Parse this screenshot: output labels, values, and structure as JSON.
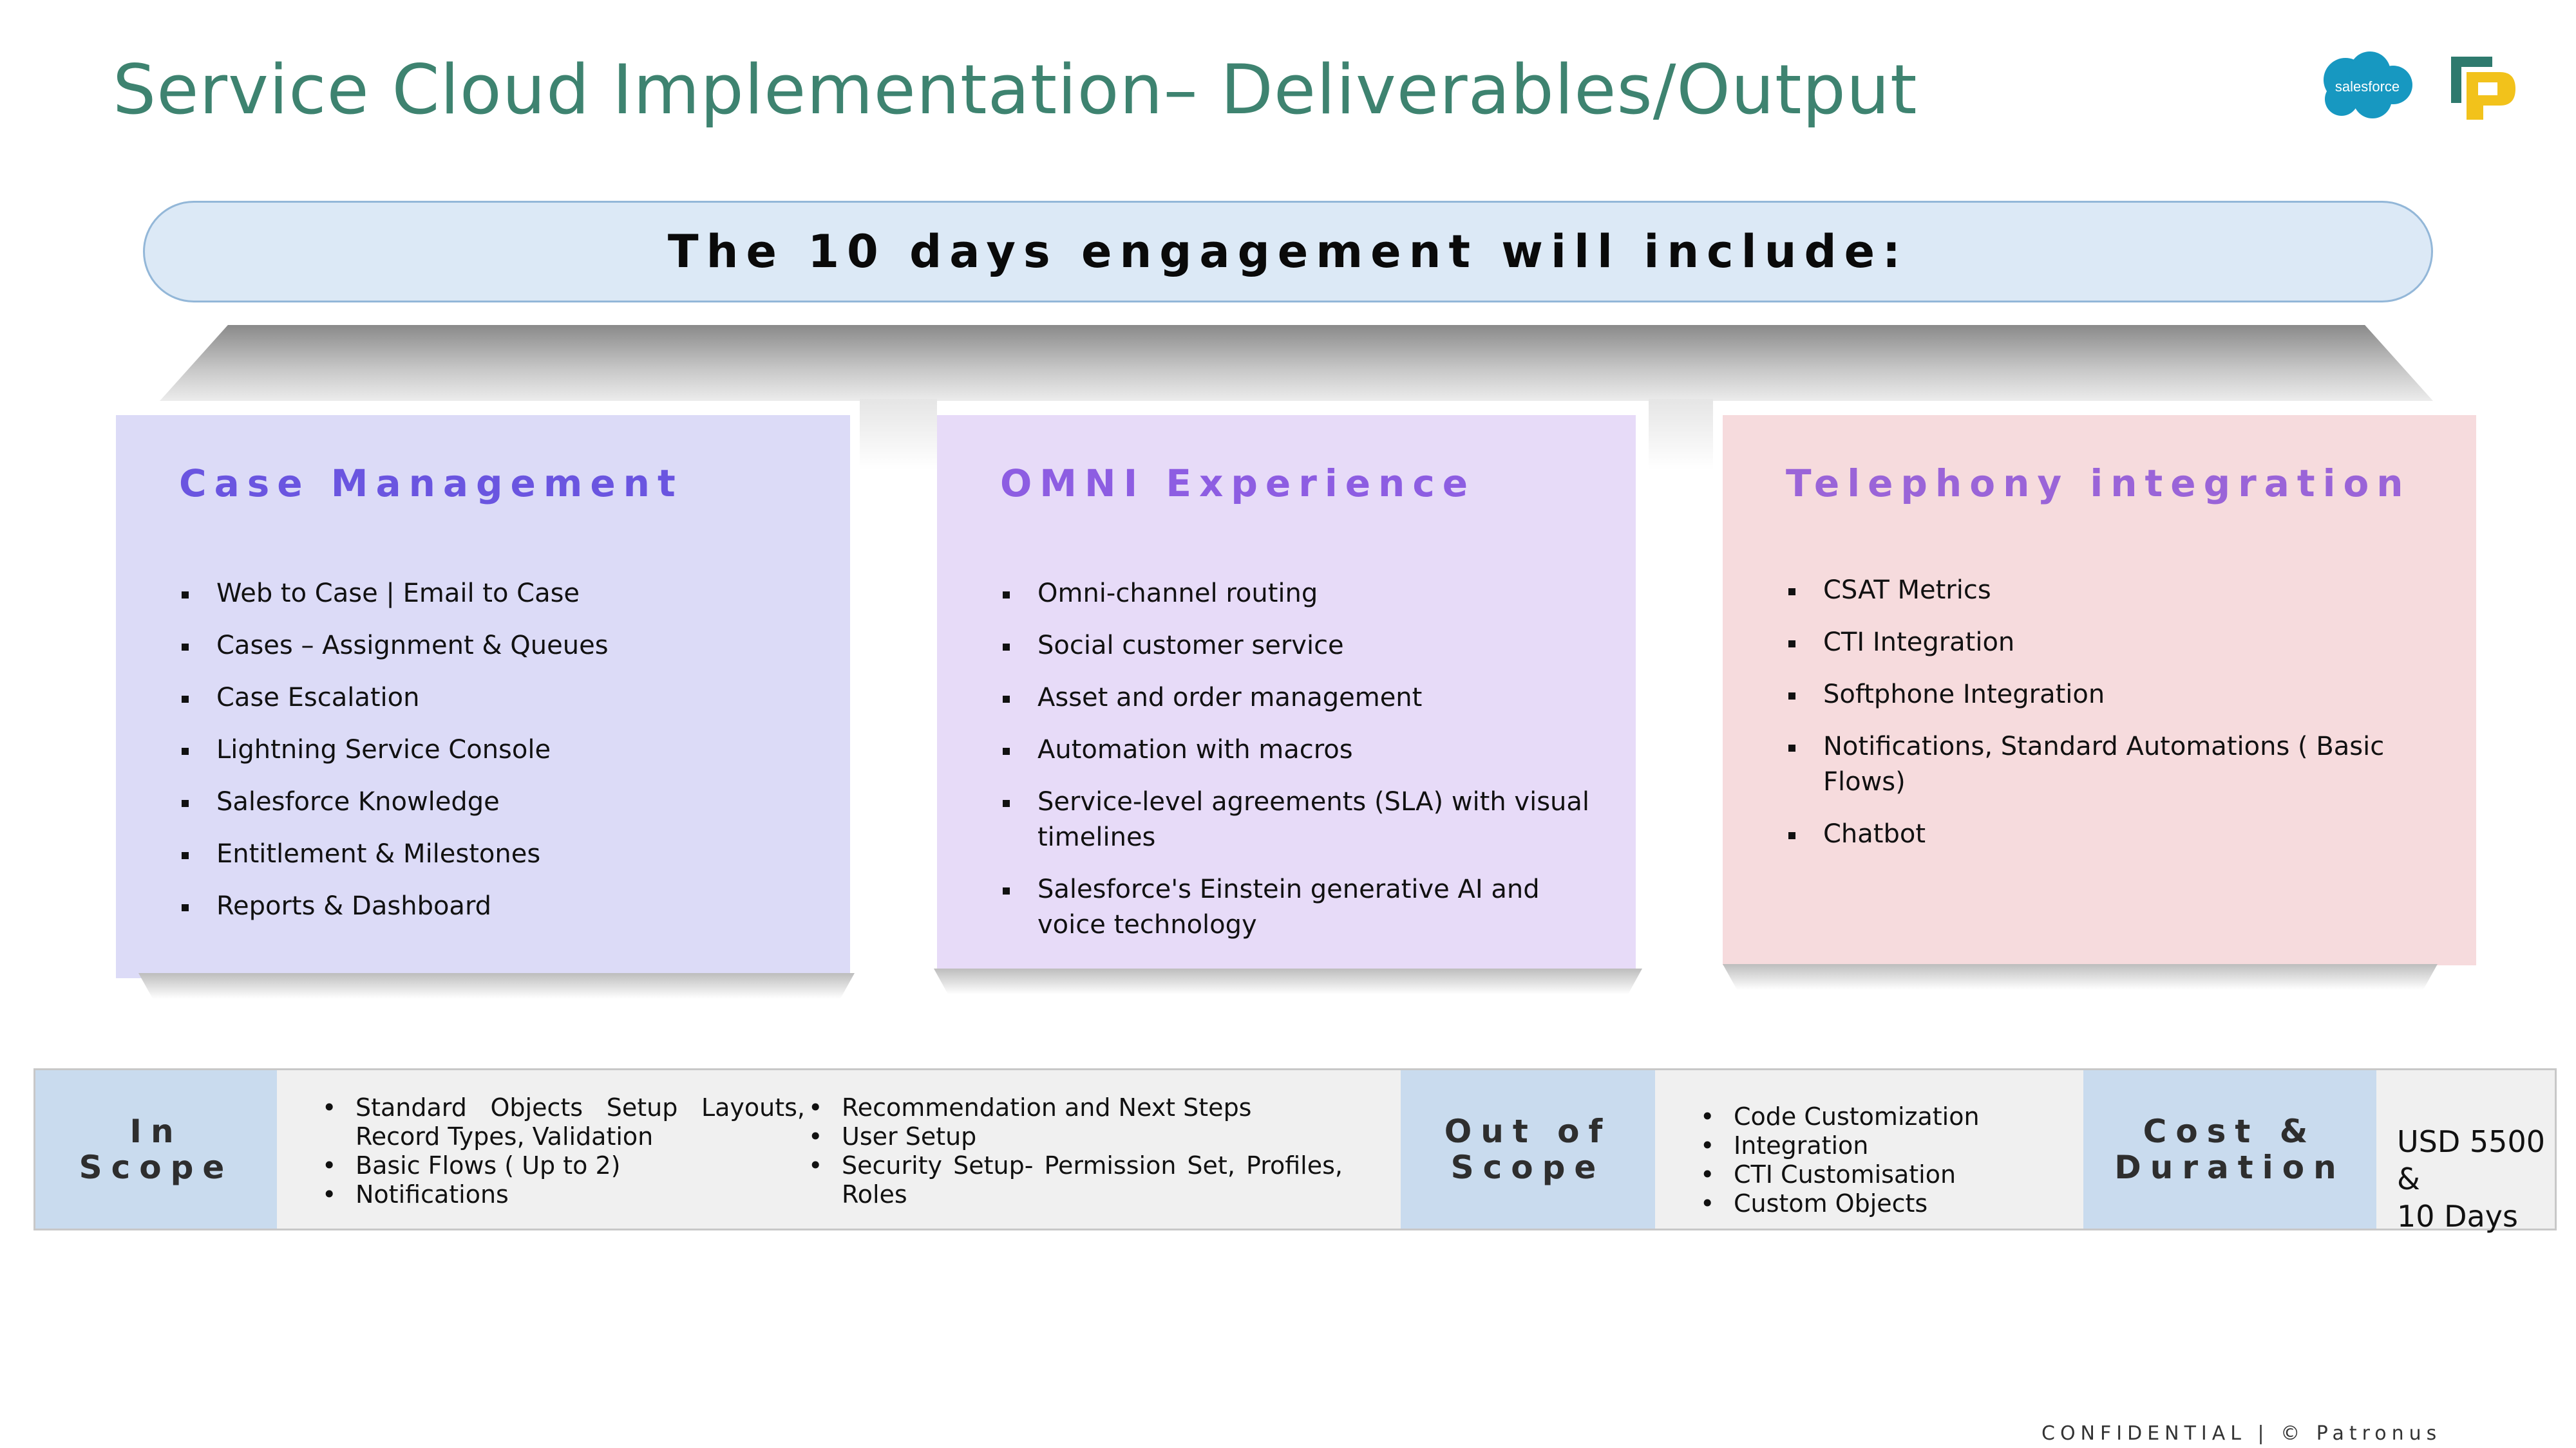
{
  "title": "Service Cloud Implementation– Deliverables/Output",
  "logos": {
    "salesforce_text": "salesforce"
  },
  "banner": "The 10 days engagement will include:",
  "cards": [
    {
      "title": "Case Management",
      "title_color": "#6a55e0",
      "bg": "#dcdbf7",
      "items": [
        "Web to Case | Email to Case",
        "Cases – Assignment & Queues",
        "Case Escalation",
        "Lightning Service Console",
        "Salesforce Knowledge",
        "Entitlement & Milestones",
        "Reports & Dashboard"
      ]
    },
    {
      "title": "OMNI Experience",
      "title_color": "#8d5de2",
      "bg": "#e7dbf8",
      "items": [
        "Omni-channel routing",
        "Social customer service",
        "Asset and order management",
        "Automation with macros",
        "Service-level agreements (SLA) with visual timelines",
        "Salesforce's Einstein generative AI and voice technology"
      ]
    },
    {
      "title": "Telephony integration",
      "title_color": "#9a64d8",
      "bg": "#f6dbdd",
      "items": [
        "CSAT Metrics",
        "CTI Integration",
        "Softphone Integration",
        "Notifications, Standard Automations ( Basic Flows)",
        "Chatbot"
      ]
    }
  ],
  "scope": {
    "in_label_1": "In",
    "in_label_2": "Scope",
    "in_items_left": [
      "Standard Objects Setup Layouts, Record Types, Validation",
      "Basic Flows ( Up to 2)",
      "Notifications"
    ],
    "in_items_right": [
      "Recommendation and Next Steps",
      "User Setup",
      "Security Setup- Permission Set, Profiles, Roles"
    ],
    "out_label_1": "Out of",
    "out_label_2": "Scope",
    "out_items": [
      "Code Customization",
      "Integration",
      "CTI Customisation",
      "Custom Objects"
    ],
    "cost_label_1": "Cost &",
    "cost_label_2": "Duration",
    "cost_line_1": "USD 5500 &",
    "cost_line_2": "10 Days"
  },
  "footer": "CONFIDENTIAL | © Patronus"
}
